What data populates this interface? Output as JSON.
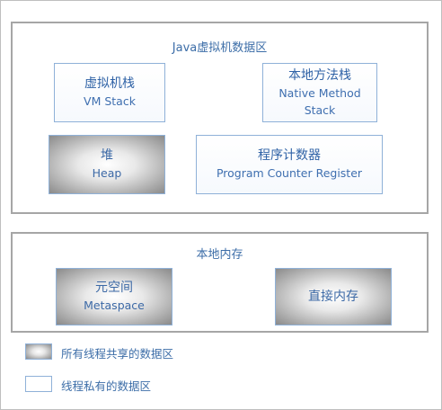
{
  "jvm_area": {
    "title": "Java虚拟机数据区",
    "vm_stack": {
      "cn": "虚拟机栈",
      "en": "VM Stack"
    },
    "native_method_stack": {
      "cn": "本地方法栈",
      "en_line1": "Native Method",
      "en_line2": "Stack"
    },
    "heap": {
      "cn": "堆",
      "en": "Heap"
    },
    "program_counter": {
      "cn": "程序计数器",
      "en": "Program Counter Register"
    }
  },
  "native_memory": {
    "title": "本地内存",
    "metaspace": {
      "cn": "元空间",
      "en": "Metaspace"
    },
    "direct_memory": {
      "cn": "直接内存"
    }
  },
  "legend": {
    "shared": "所有线程共享的数据区",
    "private": "线程私有的数据区"
  }
}
